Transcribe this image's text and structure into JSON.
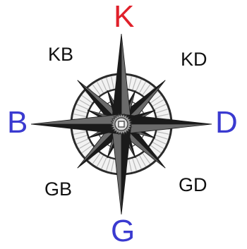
{
  "compass": {
    "north": "K",
    "south": "G",
    "east": "D",
    "west": "B",
    "northeast": "KD",
    "northwest": "KB",
    "southeast": "GD",
    "southwest": "GB"
  },
  "colors": {
    "north_label": "#e0202a",
    "cardinal_label": "#3a3ad0",
    "intercardinal_label": "#111111",
    "point_dark": "#1a1a1a",
    "point_light": "#6a6a6a",
    "ring": "#2b2b2b",
    "ring_fill": "#f2f2f2"
  },
  "icons": {
    "rose": "compass-rose-icon",
    "center": "compass-center-gear-icon"
  }
}
